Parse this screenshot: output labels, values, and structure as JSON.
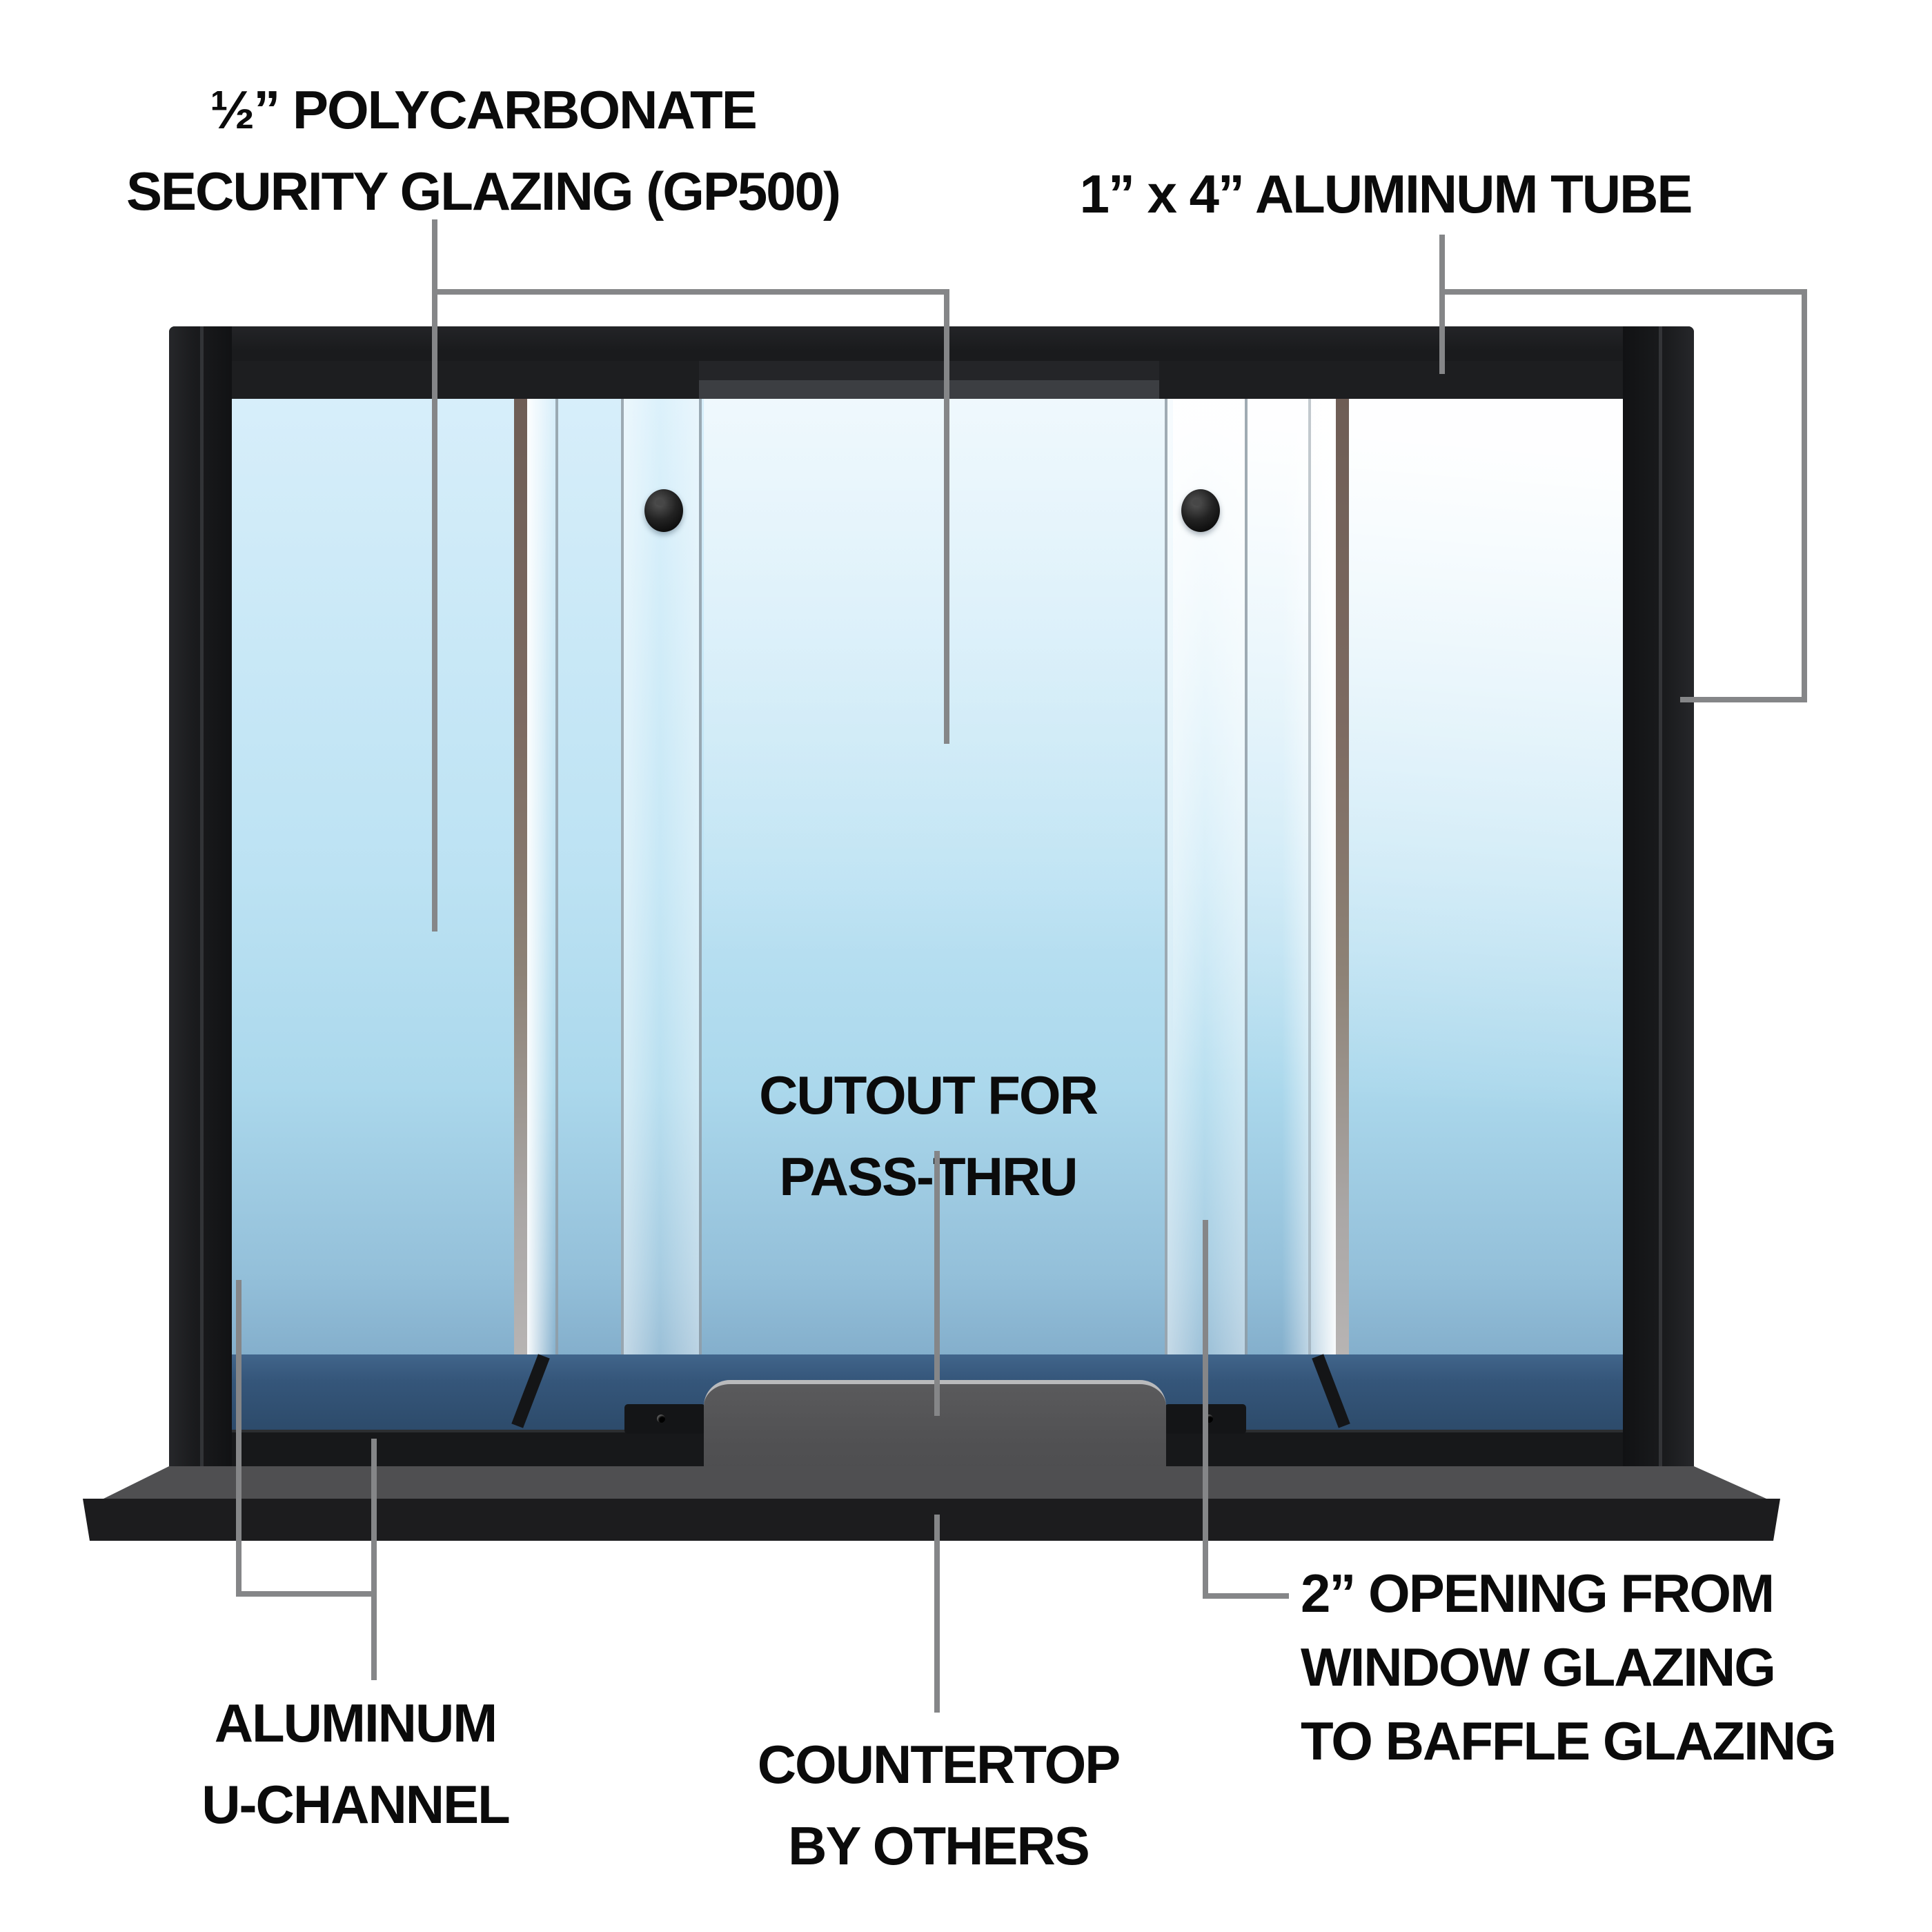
{
  "diagram": {
    "type": "technical-illustration",
    "subject": "pass-thru security window elevation",
    "labels": {
      "glazing": {
        "line1": "½” POLYCARBONATE",
        "line2": "SECURITY GLAZING (GP500)"
      },
      "tube": {
        "text": "1” x 4” ALUMINUM TUBE"
      },
      "cutout": {
        "line1": "CUTOUT FOR",
        "line2": "PASS-THRU"
      },
      "uchannel": {
        "line1": "ALUMINUM",
        "line2": "U-CHANNEL"
      },
      "countertop": {
        "line1": "COUNTERTOP",
        "line2": "BY OTHERS"
      },
      "opening": {
        "line1": "2” OPENING FROM",
        "line2": "WINDOW GLAZING",
        "line3": "TO BAFFLE GLAZING"
      }
    },
    "icons": [
      {
        "name": "handle-knob-icon",
        "count": 2,
        "description": "round black sliding-panel knob"
      }
    ],
    "colors": {
      "background": "#ffffff",
      "frame_black": "#1a1b1d",
      "glass_light_blue": "#cfeaf8",
      "glass_mid_blue": "#abd8ec",
      "countertop_band_navy": "#2d4b6b",
      "countertop_gray": "#4f4f51",
      "countertop_front_black": "#1c1c1e",
      "cutout_outline_gray": "#b9babc",
      "leader_line_gray": "#858688",
      "label_text": "#0b0b0b",
      "glass_edge_strip": "#8d8276"
    }
  }
}
